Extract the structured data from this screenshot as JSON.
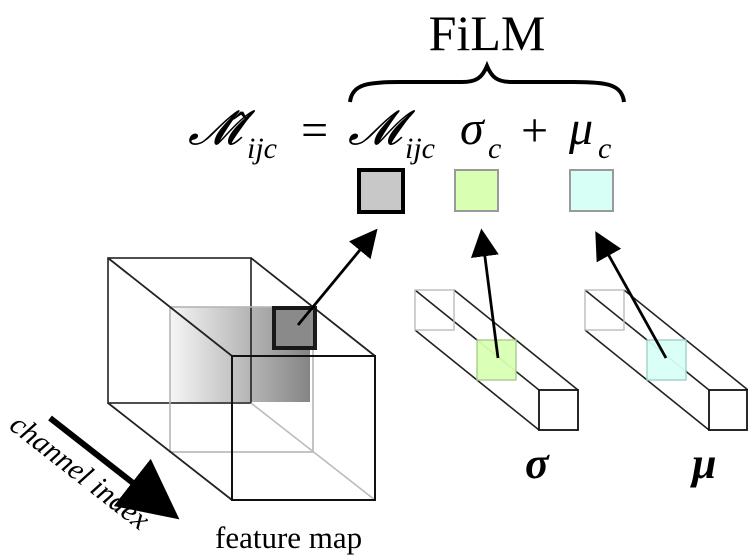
{
  "title": "FiLM",
  "equation": {
    "lhs": "𝓜̂",
    "lhs_sub": "ijc",
    "equals": "=",
    "m": "𝓜",
    "m_sub": "ijc",
    "sigma": "σ",
    "sigma_sub": "c",
    "plus": "+",
    "mu": "μ",
    "mu_sub": "c"
  },
  "labels": {
    "sigma": "σ",
    "mu": "μ",
    "feature_map": "feature map",
    "channel_index": "channel index"
  },
  "colors": {
    "feature_square": "#c8c8c8",
    "sigma_square": "#d9ffb3",
    "mu_square": "#d7fff6",
    "stroke": "#000000",
    "light_stroke": "#9a9a9a"
  }
}
